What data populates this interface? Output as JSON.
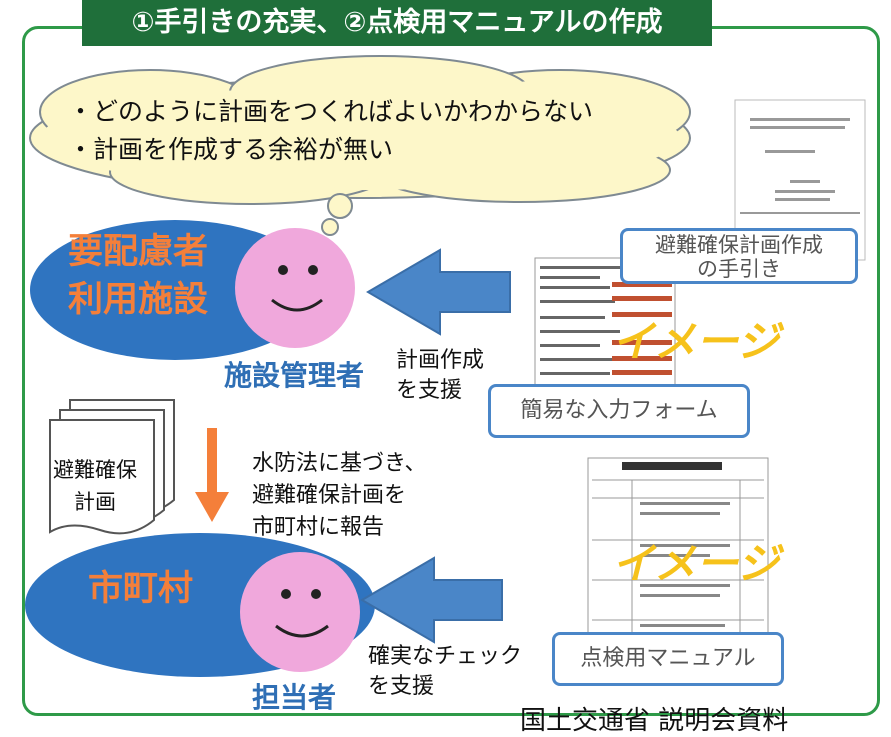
{
  "title": "①手引きの充実、②点検用マニュアルの作成",
  "cloud": {
    "line1": "・どのように計画をつくればよいかわからない",
    "line2": "・計画を作成する余裕が無い"
  },
  "facility": {
    "line1": "要配慮者",
    "line2": "利用施設",
    "manager": "施設管理者",
    "support_line1": "計画作成",
    "support_line2": "を支援"
  },
  "docs": {
    "guide_line1": "避難確保計画作成",
    "guide_line2": "の手引き",
    "image_word": "イメージ",
    "form_label": "簡易な入力フォーム",
    "manual_label": "点検用マニュアル"
  },
  "plan_doc": {
    "line1": "避難確保",
    "line2": "計画"
  },
  "report": {
    "line1": "水防法に基づき、",
    "line2": "避難確保計画を",
    "line3": "市町村に報告"
  },
  "city": {
    "label": "市町村",
    "person": "担当者",
    "support_line1": "確実なチェック",
    "support_line2": "を支援"
  },
  "source": "国土交通省 説明会資料",
  "colors": {
    "frame": "#2e9a48",
    "title_bg": "#1f6f3a",
    "ellipse": "#2f74c0",
    "arrow": "#4a86c8",
    "face": "#f0a8dc",
    "orange": "#f47f3a",
    "cloud": "#fdf7c9",
    "image_word": "#f6c21b"
  }
}
